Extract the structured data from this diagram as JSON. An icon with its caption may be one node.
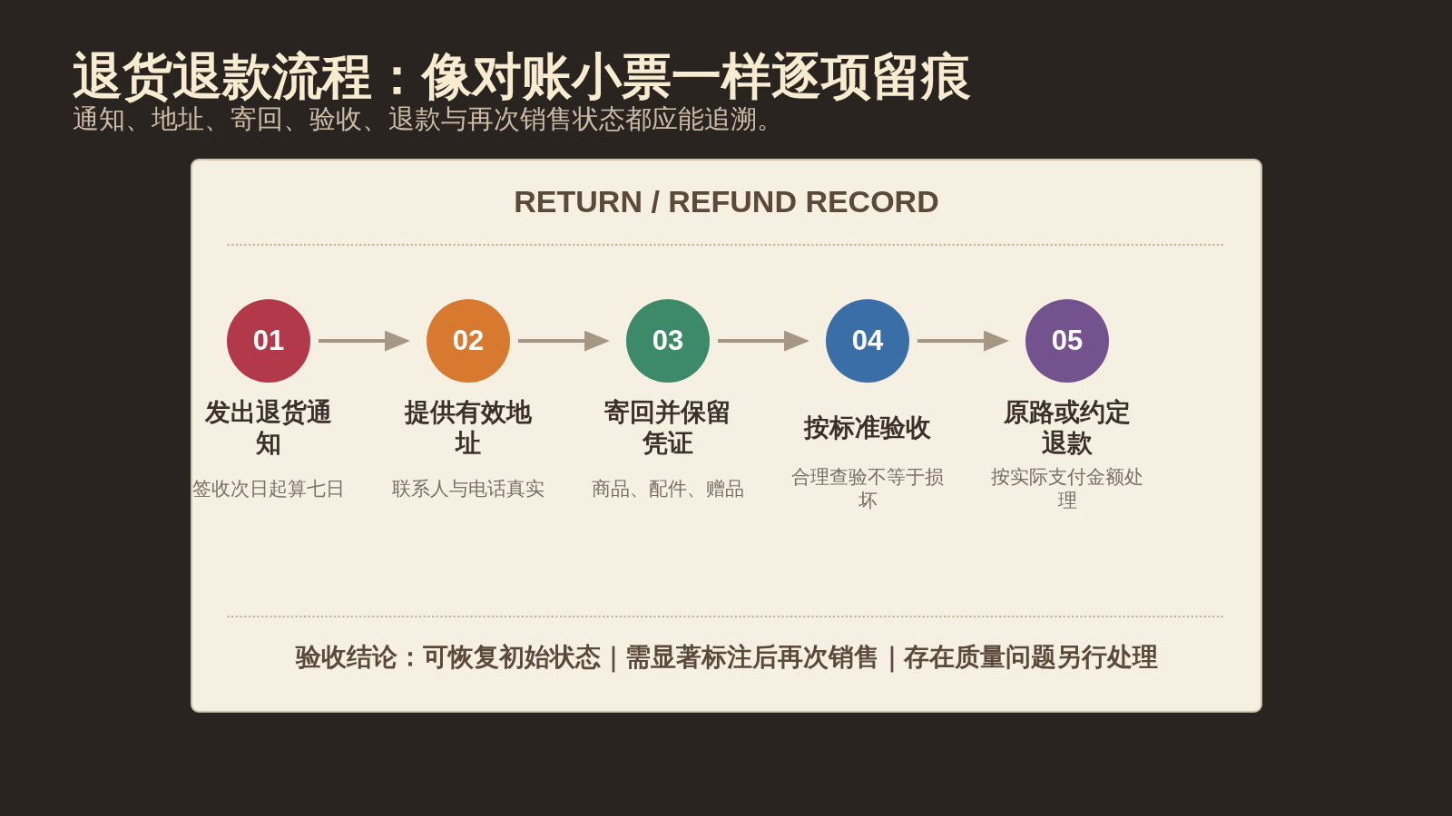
{
  "diagram": {
    "title": "退货退款流程：像对账小票一样逐项留痕",
    "nodes": [
      {
        "text": [
          "RETURN / REFUND RECORD",
          "验收结论：可恢复初始状态｜需显著标注后再次销售｜存在质量问题另行处理"
        ]
      },
      {
        "text": [
          "01"
        ],
        "in": 0,
        "beside": [
          "发出退货通知",
          "签收次日起算七日"
        ]
      },
      {
        "text": [
          "02"
        ],
        "in": 0,
        "beside": [
          "提供有效地址",
          "联系人与电话真实"
        ]
      },
      {
        "text": [
          "03"
        ],
        "in": 0,
        "beside": [
          "寄回并保留凭证",
          "商品、配件、赠品"
        ]
      },
      {
        "text": [
          "04"
        ],
        "in": 0,
        "beside": [
          "按标准验收",
          "合理查验不等于损坏"
        ]
      },
      {
        "text": [
          "05"
        ],
        "in": 0,
        "beside": [
          "原路或约定退款",
          "按实际支付金额处理"
        ]
      }
    ],
    "edges": [
      {
        "from": 1,
        "to": 2,
        "arrow": "to"
      },
      {
        "from": 2,
        "to": 3,
        "arrow": "to"
      },
      {
        "from": 3,
        "to": 4,
        "arrow": "to"
      },
      {
        "from": 4,
        "to": 5,
        "arrow": "to"
      }
    ],
    "labels": [
      "通知、地址、寄回、验收、退款与再次销售状态都应能追溯。"
    ]
  }
}
